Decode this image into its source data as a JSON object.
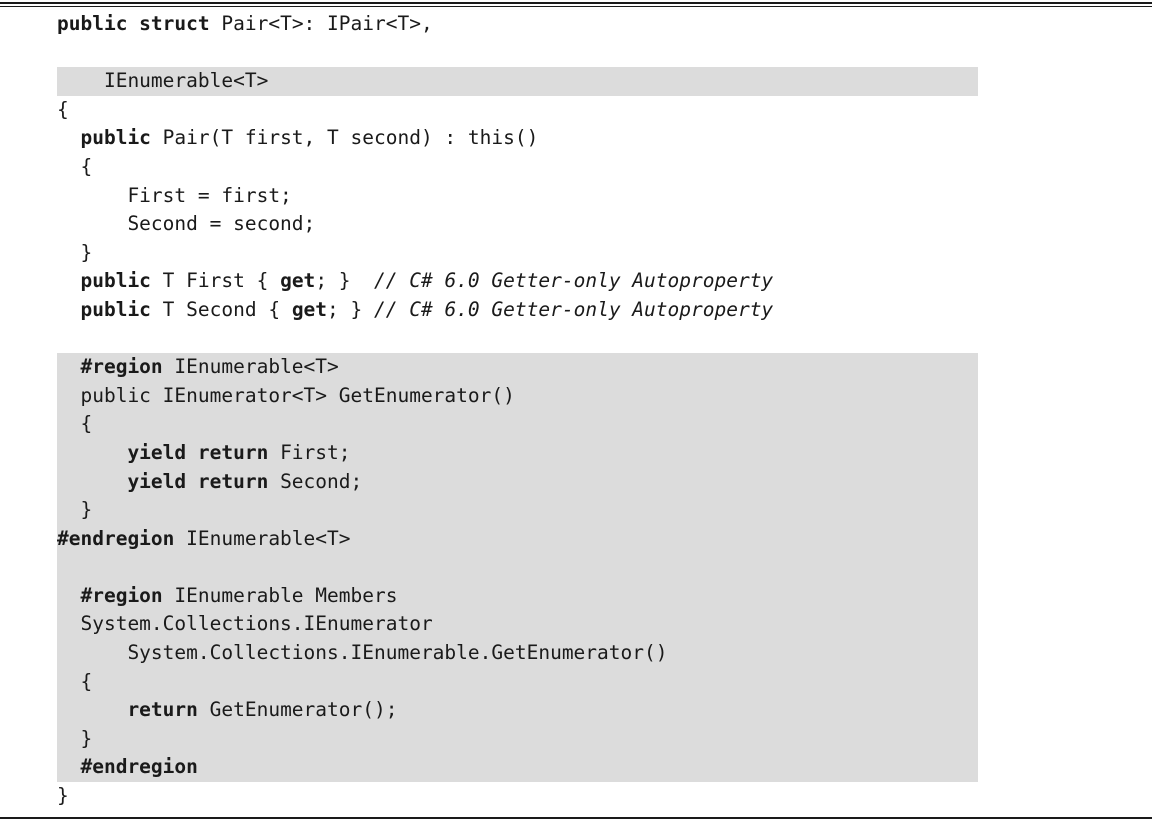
{
  "document": {
    "kind": "code-listing",
    "language": "C#",
    "top_rule": true,
    "bottom_rule": true,
    "highlight_color": "#dcdcdc",
    "text_color": "#1a1a1a",
    "background_color": "#ffffff"
  },
  "code": {
    "lines": [
      {
        "id": "l01",
        "indent": 0,
        "highlight": false,
        "segments": [
          {
            "text": "public struct ",
            "style": "bold"
          },
          {
            "text": "Pair<T>: IPair<T>,",
            "style": "plain"
          }
        ]
      },
      {
        "id": "l02",
        "indent": 0,
        "highlight": false,
        "segments": [
          {
            "text": "",
            "style": "plain"
          }
        ]
      },
      {
        "id": "l03",
        "indent": 0,
        "highlight": true,
        "segments": [
          {
            "text": "    IEnumerable<T>",
            "style": "plain"
          }
        ]
      },
      {
        "id": "l04",
        "indent": 0,
        "highlight": false,
        "segments": [
          {
            "text": "{",
            "style": "plain"
          }
        ]
      },
      {
        "id": "l05",
        "indent": 0,
        "highlight": false,
        "segments": [
          {
            "text": "  public ",
            "style": "bold"
          },
          {
            "text": "Pair(T first, T second) : this()",
            "style": "plain"
          }
        ]
      },
      {
        "id": "l06",
        "indent": 0,
        "highlight": false,
        "segments": [
          {
            "text": "  {",
            "style": "plain"
          }
        ]
      },
      {
        "id": "l07",
        "indent": 0,
        "highlight": false,
        "segments": [
          {
            "text": "      First = first;",
            "style": "plain"
          }
        ]
      },
      {
        "id": "l08",
        "indent": 0,
        "highlight": false,
        "segments": [
          {
            "text": "      Second = second;",
            "style": "plain"
          }
        ]
      },
      {
        "id": "l09",
        "indent": 0,
        "highlight": false,
        "segments": [
          {
            "text": "  }",
            "style": "plain"
          }
        ]
      },
      {
        "id": "l10",
        "indent": 0,
        "highlight": false,
        "segments": [
          {
            "text": "  public ",
            "style": "bold"
          },
          {
            "text": "T First { ",
            "style": "plain"
          },
          {
            "text": "get",
            "style": "bold"
          },
          {
            "text": "; }  ",
            "style": "plain"
          },
          {
            "text": "// C# 6.0 Getter-only Autoproperty",
            "style": "italic"
          }
        ]
      },
      {
        "id": "l11",
        "indent": 0,
        "highlight": false,
        "segments": [
          {
            "text": "  public ",
            "style": "bold"
          },
          {
            "text": "T Second { ",
            "style": "plain"
          },
          {
            "text": "get",
            "style": "bold"
          },
          {
            "text": "; } ",
            "style": "plain"
          },
          {
            "text": "// C# 6.0 Getter-only Autoproperty",
            "style": "italic"
          }
        ]
      },
      {
        "id": "l12",
        "indent": 0,
        "highlight": false,
        "segments": [
          {
            "text": "",
            "style": "plain"
          }
        ]
      },
      {
        "id": "l13",
        "indent": 0,
        "highlight": true,
        "segments": [
          {
            "text": "  #region ",
            "style": "bold"
          },
          {
            "text": "IEnumerable<T>",
            "style": "plain"
          }
        ]
      },
      {
        "id": "l14",
        "indent": 0,
        "highlight": true,
        "segments": [
          {
            "text": "  public IEnumerator<T> GetEnumerator()",
            "style": "plain"
          }
        ]
      },
      {
        "id": "l15",
        "indent": 0,
        "highlight": true,
        "segments": [
          {
            "text": "  {",
            "style": "plain"
          }
        ]
      },
      {
        "id": "l16",
        "indent": 0,
        "highlight": true,
        "segments": [
          {
            "text": "      yield return ",
            "style": "bold"
          },
          {
            "text": "First;",
            "style": "plain"
          }
        ]
      },
      {
        "id": "l17",
        "indent": 0,
        "highlight": true,
        "segments": [
          {
            "text": "      yield return ",
            "style": "bold"
          },
          {
            "text": "Second;",
            "style": "plain"
          }
        ]
      },
      {
        "id": "l18",
        "indent": 0,
        "highlight": true,
        "segments": [
          {
            "text": "  }",
            "style": "plain"
          }
        ]
      },
      {
        "id": "l19",
        "indent": 0,
        "highlight": true,
        "segments": [
          {
            "text": "#endregion ",
            "style": "bold"
          },
          {
            "text": "IEnumerable<T>",
            "style": "plain"
          }
        ]
      },
      {
        "id": "l20",
        "indent": 0,
        "highlight": true,
        "segments": [
          {
            "text": "",
            "style": "plain"
          }
        ]
      },
      {
        "id": "l21",
        "indent": 0,
        "highlight": true,
        "segments": [
          {
            "text": "  #region ",
            "style": "bold"
          },
          {
            "text": "IEnumerable Members",
            "style": "plain"
          }
        ]
      },
      {
        "id": "l22",
        "indent": 0,
        "highlight": true,
        "segments": [
          {
            "text": "  System.Collections.IEnumerator",
            "style": "plain"
          }
        ]
      },
      {
        "id": "l23",
        "indent": 0,
        "highlight": true,
        "segments": [
          {
            "text": "      System.Collections.IEnumerable.GetEnumerator()",
            "style": "plain"
          }
        ]
      },
      {
        "id": "l24",
        "indent": 0,
        "highlight": true,
        "segments": [
          {
            "text": "  {",
            "style": "plain"
          }
        ]
      },
      {
        "id": "l25",
        "indent": 0,
        "highlight": true,
        "segments": [
          {
            "text": "      return ",
            "style": "bold"
          },
          {
            "text": "GetEnumerator();",
            "style": "plain"
          }
        ]
      },
      {
        "id": "l26",
        "indent": 0,
        "highlight": true,
        "segments": [
          {
            "text": "  }",
            "style": "plain"
          }
        ]
      },
      {
        "id": "l27",
        "indent": 0,
        "highlight": true,
        "segments": [
          {
            "text": "  #endregion",
            "style": "bold"
          }
        ]
      },
      {
        "id": "l28",
        "indent": 0,
        "highlight": false,
        "segments": [
          {
            "text": "}",
            "style": "plain"
          }
        ]
      }
    ]
  }
}
